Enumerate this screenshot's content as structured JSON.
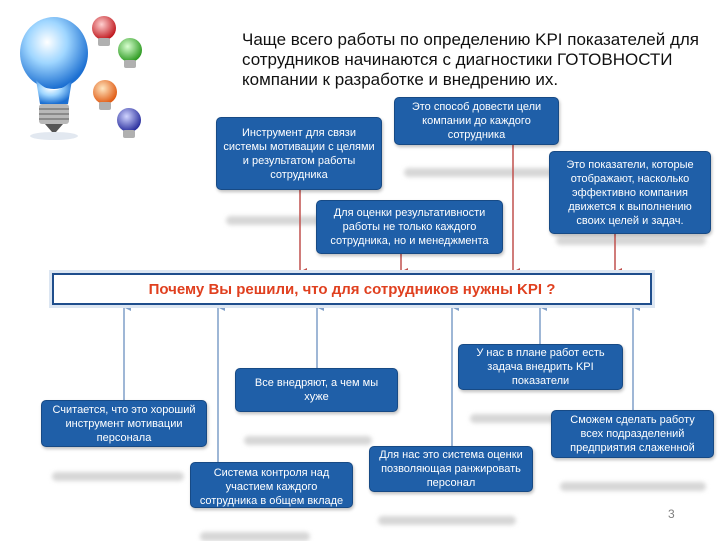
{
  "heading": "Чаще всего работы по определению KPI показателей для сотрудников начинаются с диагностики ГОТОВНОСТИ компании к разработке и внедрению их.",
  "central_question": "Почему Вы решили, что для сотрудников нужны KPI ?",
  "top_boxes": {
    "motivation_link": "Инструмент для связи системы мотивации с целями и результатом работы сотрудника",
    "deliver_goals": "Это способ довести цели компании до каждого сотрудника",
    "evaluate_performance": "Для оценки результативности работы не только каждого сотрудника, но и менеджмента",
    "efficiency_indicators": "Это показатели, которые отображают, насколько эффективно компания движется к выполнению своих целей и задач."
  },
  "bottom_boxes": {
    "good_tool": "Считается, что это хороший инструмент мотивации персонала",
    "control_system": "Система контроля над участием каждого сотрудника в общем вкладе",
    "everyone_does": "Все внедряют, а чем мы хуже",
    "ranking_system": "Для нас это система оценки позволяющая ранжировать персонал",
    "plan_task": "У нас в плане работ есть задача внедрить KPI показатели",
    "coordinated_work": "Сможем сделать работу всех подразделений предприятия слаженной"
  },
  "page_number": "3",
  "colors": {
    "box_fill": "#1f5fa8",
    "central_text": "#e0401f",
    "arrow_down": "#c0504d",
    "arrow_up": "#7f9fc8"
  },
  "icons": {
    "illustration": "light-bulbs-illustration"
  }
}
